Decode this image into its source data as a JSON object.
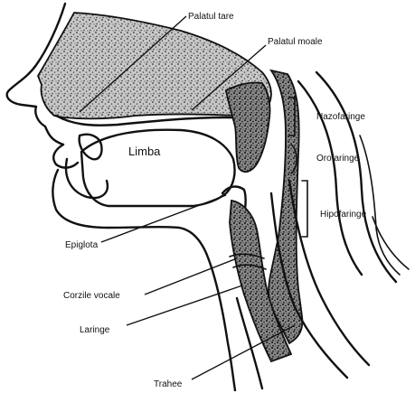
{
  "labels": {
    "hard_palate": "Palatul tare",
    "soft_palate": "Palatul moale",
    "tongue": "Limba",
    "nasopharynx": "Nazofaringe",
    "oropharynx": "Orofaringe",
    "hypopharynx": "Hipofaringe",
    "epiglottis": "Epiglota",
    "vocal_cords": "Corzile vocale",
    "larynx": "Laringe",
    "trachea": "Trahee"
  }
}
